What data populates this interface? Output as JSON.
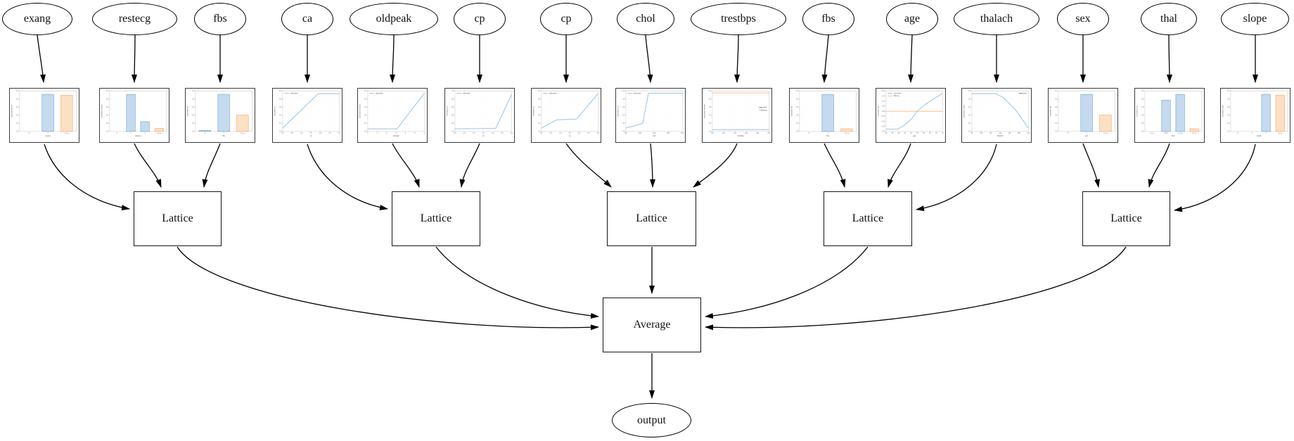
{
  "graph": {
    "features": [
      "exang",
      "restecg",
      "fbs",
      "ca",
      "oldpeak",
      "cp",
      "cp",
      "chol",
      "trestbps",
      "fbs",
      "age",
      "thalach",
      "sex",
      "thal",
      "slope"
    ],
    "lattice_label": "Lattice",
    "average_label": "Average",
    "output_label": "output",
    "lattices": [
      {
        "label": "Lattice",
        "inputs": [
          "exang",
          "restecg",
          "fbs"
        ]
      },
      {
        "label": "Lattice",
        "inputs": [
          "ca",
          "oldpeak",
          "cp"
        ]
      },
      {
        "label": "Lattice",
        "inputs": [
          "cp",
          "chol",
          "trestbps"
        ]
      },
      {
        "label": "Lattice",
        "inputs": [
          "fbs",
          "age",
          "thalach"
        ]
      },
      {
        "label": "Lattice",
        "inputs": [
          "sex",
          "thal",
          "slope"
        ]
      }
    ],
    "average_inputs": [
      "Lattice",
      "Lattice",
      "Lattice",
      "Lattice",
      "Lattice"
    ],
    "output_from": "Average"
  },
  "colors": {
    "bar_blue_fill": "#c5daef",
    "bar_blue_stroke": "#66a0d2",
    "bar_orange_fill": "#fce0c3",
    "bar_orange_stroke": "#f2a45f",
    "line_blue": "#8bbbe0",
    "line_orange": "#ffb673",
    "edge": "#000000"
  },
  "chart_data": [
    {
      "feature": "exang",
      "type": "bar",
      "ylabel": "calibrated exang",
      "xlabel": "exang",
      "y_ticks": [
        "1.0",
        "0.8",
        "0.6",
        "0.4",
        "0.2",
        "0.0"
      ],
      "bars": [
        {
          "label": "0",
          "value": null,
          "color": "blue"
        },
        {
          "label": "1",
          "value": 0.95,
          "color": "blue"
        },
        {
          "label": "Missing",
          "value": 0.93,
          "color": "orange"
        }
      ]
    },
    {
      "feature": "restecg",
      "type": "bar",
      "ylabel": "calibrated restecg",
      "xlabel": "restecg",
      "y_ticks": [
        "1.0",
        "0.8",
        "0.6",
        "0.4",
        "0.2",
        "0.0"
      ],
      "bars": [
        {
          "label": "0",
          "value": null,
          "color": "blue"
        },
        {
          "label": "1",
          "value": 0.95,
          "color": "blue"
        },
        {
          "label": "2",
          "value": 0.25,
          "color": "blue"
        },
        {
          "label": "Missing",
          "value": 0.08,
          "color": "orange"
        }
      ]
    },
    {
      "feature": "fbs",
      "type": "bar",
      "ylabel": "calibrated fbs",
      "xlabel": "fbs",
      "y_ticks": [
        "1.0",
        "0.8",
        "0.6",
        "0.4",
        "0.2",
        "0.0"
      ],
      "bars": [
        {
          "label": "0",
          "value": 0.03,
          "color": "blue"
        },
        {
          "label": "1",
          "value": 0.95,
          "color": "blue"
        },
        {
          "label": "Missing",
          "value": 0.42,
          "color": "orange"
        }
      ]
    },
    {
      "feature": "ca",
      "type": "line",
      "ylabel": "calibrated ca",
      "xlabel": "ca",
      "y_ticks": [
        "1.0",
        "0.8",
        "0.6",
        "0.4",
        "0.2",
        "0.0"
      ],
      "x_ticks": [
        "0.0",
        "0.5",
        "1.0",
        "1.5",
        "2.0",
        "2.5",
        "3.0"
      ],
      "legend": [
        {
          "label": "calibrated",
          "color": "blue"
        }
      ],
      "legend_pos": "top-left",
      "series": [
        {
          "name": "calibrated",
          "color": "blue",
          "points": [
            [
              0,
              0.07
            ],
            [
              0.63,
              0.95
            ],
            [
              1,
              0.95
            ]
          ]
        }
      ]
    },
    {
      "feature": "oldpeak",
      "type": "line",
      "ylabel": "calibrated oldpeak",
      "xlabel": "oldpeak",
      "y_ticks": [
        "1.0",
        "0.8",
        "0.6",
        "0.4",
        "0.2",
        "0.0"
      ],
      "x_ticks": [
        "0",
        "1",
        "2",
        "3",
        "4",
        "5",
        "6"
      ],
      "legend": [
        {
          "label": "calibrated",
          "color": "blue"
        }
      ],
      "legend_pos": "top-left",
      "series": [
        {
          "name": "calibrated",
          "color": "blue",
          "points": [
            [
              0,
              0.05
            ],
            [
              0.52,
              0.05
            ],
            [
              1,
              0.96
            ]
          ]
        }
      ]
    },
    {
      "feature": "cp",
      "type": "line",
      "ylabel": "calibrated cp",
      "xlabel": "cp",
      "y_ticks": [
        "1.0",
        "0.8",
        "0.6",
        "0.4",
        "0.2",
        "0.0"
      ],
      "x_ticks": [
        "0.0",
        "0.5",
        "1.0",
        "1.5",
        "2.0",
        "2.5",
        "3.0"
      ],
      "legend": [
        {
          "label": "calibrated",
          "color": "blue"
        }
      ],
      "legend_pos": "top-left",
      "series": [
        {
          "name": "calibrated",
          "color": "blue",
          "points": [
            [
              0,
              0.05
            ],
            [
              0.72,
              0.06
            ],
            [
              1,
              0.92
            ]
          ]
        }
      ]
    },
    {
      "feature": "cp",
      "type": "line",
      "ylabel": "calibrated cp",
      "xlabel": "cp",
      "y_ticks": [
        "1.0",
        "0.8",
        "0.6",
        "0.4",
        "0.2",
        "0.0"
      ],
      "x_ticks": [
        "0.0",
        "0.5",
        "1.0",
        "1.5",
        "2.0",
        "2.5",
        "3.0"
      ],
      "legend": [
        {
          "label": "calibrated",
          "color": "blue"
        }
      ],
      "legend_pos": "top-left",
      "series": [
        {
          "name": "calibrated",
          "color": "blue",
          "points": [
            [
              0,
              0.07
            ],
            [
              0.27,
              0.28
            ],
            [
              0.62,
              0.3
            ],
            [
              1,
              0.95
            ]
          ]
        }
      ]
    },
    {
      "feature": "chol",
      "type": "line",
      "ylabel": "calibrated chol",
      "xlabel": "chol",
      "y_ticks": [
        "1.0",
        "0.8",
        "0.6",
        "0.4",
        "0.2",
        "0.0"
      ],
      "x_ticks": [
        "100",
        "200",
        "300",
        "400",
        "500"
      ],
      "legend": [
        {
          "label": "calibrated",
          "color": "blue"
        }
      ],
      "legend_pos": "top-left",
      "series": [
        {
          "name": "calibrated",
          "color": "blue",
          "points": [
            [
              0,
              0.07
            ],
            [
              0.26,
              0.17
            ],
            [
              0.3,
              0.2
            ],
            [
              0.4,
              0.96
            ],
            [
              1,
              0.96
            ]
          ]
        }
      ]
    },
    {
      "feature": "trestbps",
      "type": "line",
      "ylabel": "calibrated trestbps",
      "xlabel": "trestbps",
      "y_ticks": [
        "1.0",
        "0.8",
        "0.6",
        "0.4",
        "0.2",
        "0.0"
      ],
      "x_ticks": [
        "100",
        "120",
        "140",
        "160",
        "180",
        "200"
      ],
      "legend": [
        {
          "label": "calibrated",
          "color": "blue"
        },
        {
          "label": "Missing",
          "color": "orange"
        }
      ],
      "legend_pos": "mid-right",
      "series": [
        {
          "name": "Missing",
          "color": "orange",
          "points": [
            [
              0,
              0.97
            ],
            [
              1,
              0.97
            ]
          ]
        },
        {
          "name": "calibrated",
          "color": "blue",
          "points": [
            [
              0,
              0.03
            ],
            [
              1,
              0.03
            ]
          ]
        }
      ]
    },
    {
      "feature": "fbs",
      "type": "bar",
      "ylabel": "calibrated fbs",
      "xlabel": "fbs",
      "y_ticks": [
        "1.0",
        "0.8",
        "0.6",
        "0.4",
        "0.2",
        "0.0"
      ],
      "bars": [
        {
          "label": "0",
          "value": null,
          "color": "blue"
        },
        {
          "label": "1",
          "value": 0.95,
          "color": "blue"
        },
        {
          "label": "Missing",
          "value": 0.07,
          "color": "orange"
        }
      ]
    },
    {
      "feature": "age",
      "type": "line",
      "ylabel": "calibrated age",
      "xlabel": "age",
      "y_ticks": [
        "2.00",
        "1.75",
        "1.50",
        "1.25",
        "1.00",
        "0.75",
        "0.50",
        "0.25",
        "0.00"
      ],
      "x_ticks": [
        "30",
        "35",
        "40",
        "45",
        "50",
        "55",
        "60",
        "65",
        "70",
        "75"
      ],
      "legend": [
        {
          "label": "calibrated",
          "color": "blue"
        },
        {
          "label": "Missing",
          "color": "orange"
        }
      ],
      "legend_pos": "top-left",
      "series": [
        {
          "name": "Missing",
          "color": "orange",
          "points": [
            [
              0,
              0.5
            ],
            [
              1,
              0.5
            ]
          ]
        },
        {
          "name": "calibrated",
          "color": "blue",
          "points": [
            [
              0,
              0.04
            ],
            [
              0.2,
              0.04
            ],
            [
              0.3,
              0.12
            ],
            [
              0.45,
              0.3
            ],
            [
              0.55,
              0.5
            ],
            [
              0.7,
              0.68
            ],
            [
              0.85,
              0.82
            ],
            [
              1,
              0.96
            ]
          ]
        }
      ]
    },
    {
      "feature": "thalach",
      "type": "line",
      "ylabel": "calibrated thalach",
      "xlabel": "thalach",
      "y_ticks": [
        "1.0",
        "0.8",
        "0.6",
        "0.4",
        "0.2",
        "0.0"
      ],
      "x_ticks": [
        "80",
        "100",
        "120",
        "140",
        "160",
        "180",
        "200"
      ],
      "legend": [
        {
          "label": "calibrated",
          "color": "blue"
        }
      ],
      "legend_pos": "top-right",
      "series": [
        {
          "name": "calibrated",
          "color": "blue",
          "points": [
            [
              0,
              0.95
            ],
            [
              0.42,
              0.95
            ],
            [
              0.56,
              0.85
            ],
            [
              0.78,
              0.52
            ],
            [
              1,
              0.07
            ]
          ]
        }
      ]
    },
    {
      "feature": "sex",
      "type": "bar",
      "ylabel": "calibrated sex",
      "xlabel": "sex",
      "y_ticks": [
        "1.0",
        "0.8",
        "0.6",
        "0.4",
        "0.2",
        "0.0"
      ],
      "bars": [
        {
          "label": "0",
          "value": null,
          "color": "blue"
        },
        {
          "label": "1",
          "value": 0.95,
          "color": "blue"
        },
        {
          "label": "Missing",
          "value": 0.42,
          "color": "orange"
        }
      ]
    },
    {
      "feature": "thal",
      "type": "bar",
      "ylabel": "calibrated thal",
      "xlabel": "thal",
      "y_ticks": [
        "1.0",
        "0.8",
        "0.6",
        "0.4",
        "0.2",
        "0.0"
      ],
      "bars": [
        {
          "label": "normal",
          "value": null,
          "color": "blue"
        },
        {
          "label": "fixed",
          "value": 0.8,
          "color": "blue"
        },
        {
          "label": "reversible",
          "value": 0.95,
          "color": "blue"
        },
        {
          "label": "Missing",
          "value": 0.07,
          "color": "orange"
        }
      ]
    },
    {
      "feature": "slope",
      "type": "bar",
      "ylabel": "calibrated slope",
      "xlabel": "slope",
      "y_ticks": [
        "1.0",
        "0.8",
        "0.6",
        "0.4",
        "0.2",
        "0.0"
      ],
      "bars": [
        {
          "label": "0",
          "value": null,
          "color": "blue"
        },
        {
          "label": "1",
          "value": null,
          "color": "blue"
        },
        {
          "label": "2",
          "value": 0.95,
          "color": "blue"
        },
        {
          "label": "Missing",
          "value": 0.93,
          "color": "orange"
        }
      ]
    }
  ]
}
